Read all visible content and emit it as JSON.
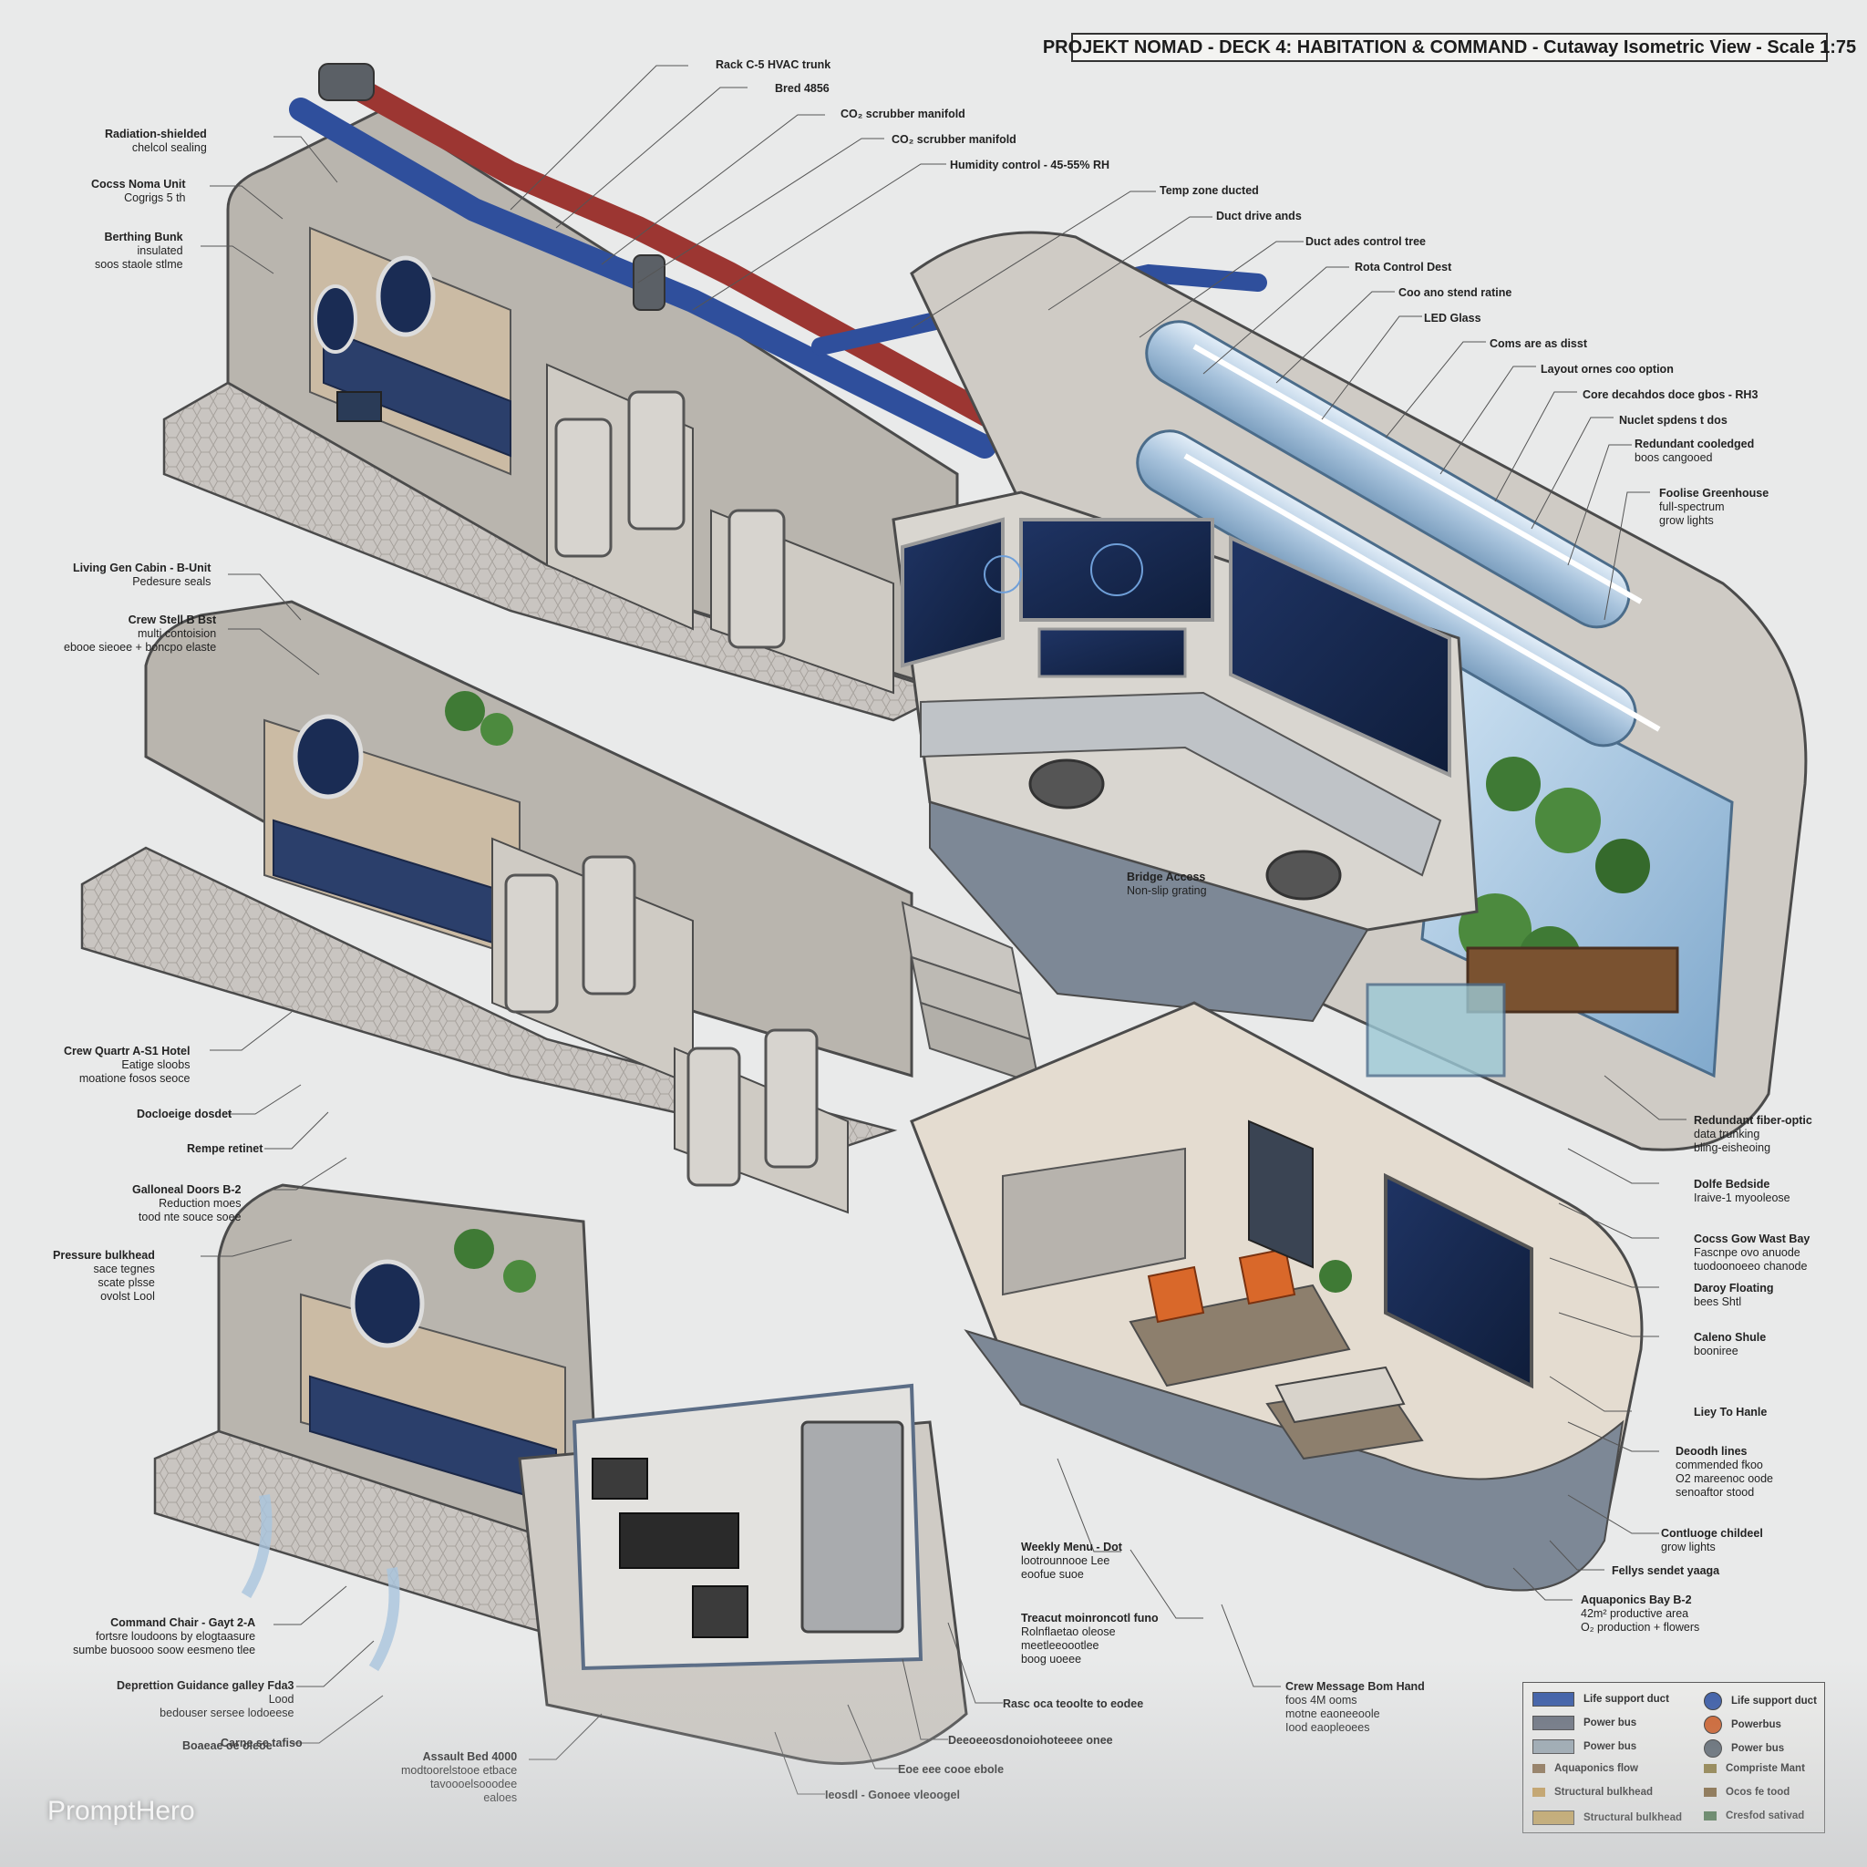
{
  "title": "PROJEKT NOMAD - DECK 4: HABITATION & COMMAND - Cutaway Isometric View - Scale 1:75",
  "watermark": "PromptHero",
  "labels": {
    "top": [
      "Rack C-5 HVAC trunk",
      "Bred 4856",
      "CO₂ scrubber manifold",
      "CO₂ scrubber manifold",
      "Humidity control - 45-55% RH",
      "Temp zone ducted",
      "Duct drive ands",
      "Duct ades control tree",
      "Rota Control Dest",
      "Coo ano stend ratine",
      "LED Glass",
      "Coms are as disst",
      "Layout ornes coo option",
      "Core decahdos doce gbos - RH3",
      "Nuclet spdens t dos"
    ],
    "left": [
      [
        "Radiation-shielded",
        "chelcol sealing"
      ],
      [
        "Cocss Noma Unit",
        "Cogrigs 5 th"
      ],
      [
        "Berthing Bunk",
        "insulated",
        "soos staole stlme"
      ],
      [
        "Living Gen Cabin - B-Unit",
        "Pedesure seals"
      ],
      [
        "Crew Stell B Bst",
        "multi contoision",
        "ebooe sieoee + boncpo elaste"
      ],
      [
        "Crew Quartr A-S1 Hotel",
        "Eatige sloobs",
        "moatione fosos seoce"
      ],
      [
        "Docloeige dosdet"
      ],
      [
        "Rempe retinet"
      ],
      [
        "Galloneal Doors B-2",
        "Reduction moes",
        "tood nte souce soee"
      ],
      [
        "Pressure bulkhead",
        "sace tegnes",
        "scate plsse",
        "ovolst Lool"
      ],
      [
        "Command Chair - Gayt 2-A",
        "fortsre loudoons by elogtaasure",
        "sumbe buosooo soow eesmeno tlee"
      ],
      [
        "Deprettion Guidance galley Fda3",
        "Lood",
        "bedouser sersee lodoeese"
      ],
      [
        "Carne se tafiso"
      ],
      [
        "Assault Bed 4000",
        "modtoorelstooe etbace",
        "tavoooelsooodee",
        "ealoes"
      ]
    ],
    "right": [
      [
        "Redundant cooledged",
        "boos cangooed"
      ],
      [
        "Foolise Greenhouse",
        "full-spectrum",
        "grow lights"
      ],
      [
        "Redundant fiber-optic",
        "data trunking",
        "bling-eisheoing"
      ],
      [
        "Dolfe Bedside",
        "Iraive-1 myooleose"
      ],
      [
        "Cocss Gow Wast Bay",
        "Fascnpe ovo anuode",
        "tuodoonoeeo chanode"
      ],
      [
        "Daroy Floating",
        "bees Shtl"
      ],
      [
        "Caleno Shule",
        "booniree"
      ],
      [
        "Liey To Hanle"
      ],
      [
        "Deoodh lines",
        "commended fkoo",
        "O2 mareenoc oode",
        "senoaftor stood"
      ],
      [
        "Contluoge childeel",
        "grow lights"
      ],
      [
        "Fellys sendet yaaga"
      ],
      [
        "Aquaponics Bay B-2",
        "42m² productive area",
        "O₂ production + flowers"
      ]
    ],
    "center": [
      [
        "Bridge Access",
        "Non-slip grating"
      ],
      [
        "Weekly Menu - Dot",
        "lootrounnooe Lee",
        "eoofue suoe"
      ],
      [
        "Treacut moinroncotl funo",
        "Rolnflaetao oleose",
        "meetleeoootlee",
        "boog uoeee"
      ],
      [
        "Crew Message Bom Hand",
        "foos 4M ooms",
        "motne eaoneeoole",
        "Iood eaopleoees"
      ],
      [
        "Rasc oca teoolte to eodee"
      ],
      [
        "Deeoeeosdonoiohoteeee onee"
      ],
      [
        "Eoe eee cooe ebole"
      ],
      [
        "Ieosdl - Gonoee vleoogel"
      ],
      [
        "Boaeae oe oleoe"
      ]
    ]
  },
  "legend": {
    "col1": [
      {
        "label": "Life support duct",
        "color": "#3a5ca8"
      },
      {
        "label": "Power bus",
        "color": "#6b7280"
      },
      {
        "label": "Power bus",
        "color": "#9aa8b3"
      },
      {
        "label": "Aquaponics flow",
        "color": "#8a6d4a"
      },
      {
        "label": "Structural bulkhead",
        "color": "#c79a4a"
      },
      {
        "label": "Structural bulkhead",
        "color": "#c9a24c"
      }
    ],
    "col2": [
      {
        "label": "Life support duct",
        "color": "#3a5ca8"
      },
      {
        "label": "Powerbus",
        "color": "#d0602a"
      },
      {
        "label": "Power bus",
        "color": "#5b6670"
      },
      {
        "label": "Compriste Mant",
        "color": "#8c7a3a"
      },
      {
        "label": "Ocos fe tood",
        "color": "#7a5a2a"
      },
      {
        "label": "Cresfod sativad",
        "color": "#3a6a3a"
      }
    ]
  },
  "colors": {
    "hull": "#b9b5ae",
    "hull_dark": "#8f8b84",
    "floor": "#6e7780",
    "duct_blue": "#2f4f9c",
    "duct_red": "#9c3632",
    "bunk": "#2b3f6b",
    "screen": "#1a2c54",
    "greenhouse": "#9cc1e0",
    "plant": "#3f7a35",
    "sofa": "#8d7f6d",
    "cushion": "#d9682a"
  }
}
